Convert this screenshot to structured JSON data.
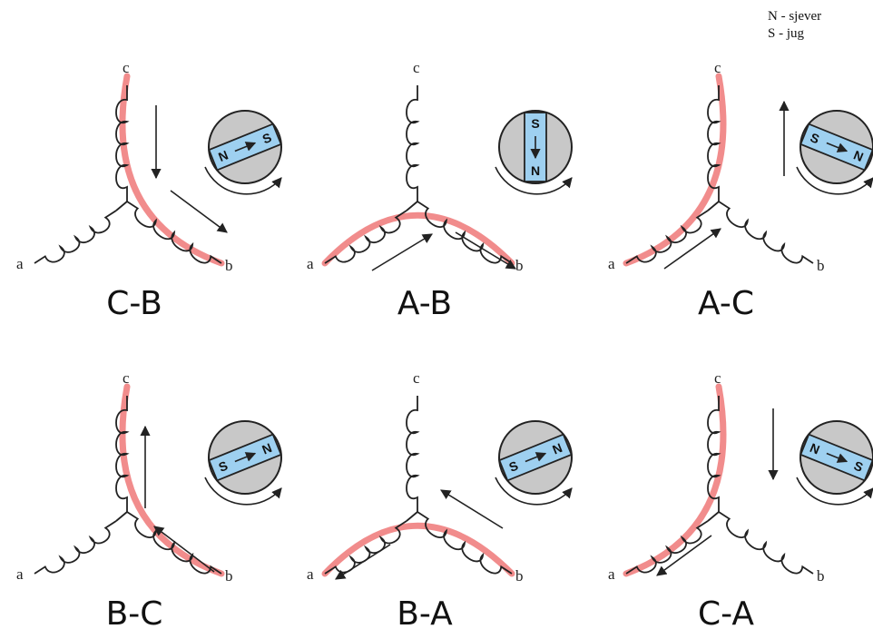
{
  "legend": {
    "north": "N - sjever",
    "south": "S - jug"
  },
  "colors": {
    "current_path": "#f08080",
    "rotor_disc": "#c8c8c8",
    "magnet": "#9ed0f0",
    "wire": "#222222"
  },
  "terminals": {
    "a": "a",
    "b": "b",
    "c": "c"
  },
  "panels": [
    {
      "caption": "C-B",
      "path": "c-b",
      "magnet": {
        "left": "N",
        "right": "S",
        "orientation": "diag-up"
      }
    },
    {
      "caption": "A-B",
      "path": "a-b",
      "magnet": {
        "top": "S",
        "bottom": "N",
        "orientation": "vertical"
      }
    },
    {
      "caption": "A-C",
      "path": "a-c",
      "magnet": {
        "left": "S",
        "right": "N",
        "orientation": "diag-down"
      }
    },
    {
      "caption": "B-C",
      "path": "b-c",
      "magnet": {
        "left": "S",
        "right": "N",
        "orientation": "diag-up"
      }
    },
    {
      "caption": "B-A",
      "path": "b-a",
      "magnet": {
        "left": "S",
        "right": "N",
        "orientation": "diag-up"
      }
    },
    {
      "caption": "C-A",
      "path": "c-a",
      "magnet": {
        "left": "N",
        "right": "S",
        "orientation": "diag-down"
      }
    }
  ]
}
